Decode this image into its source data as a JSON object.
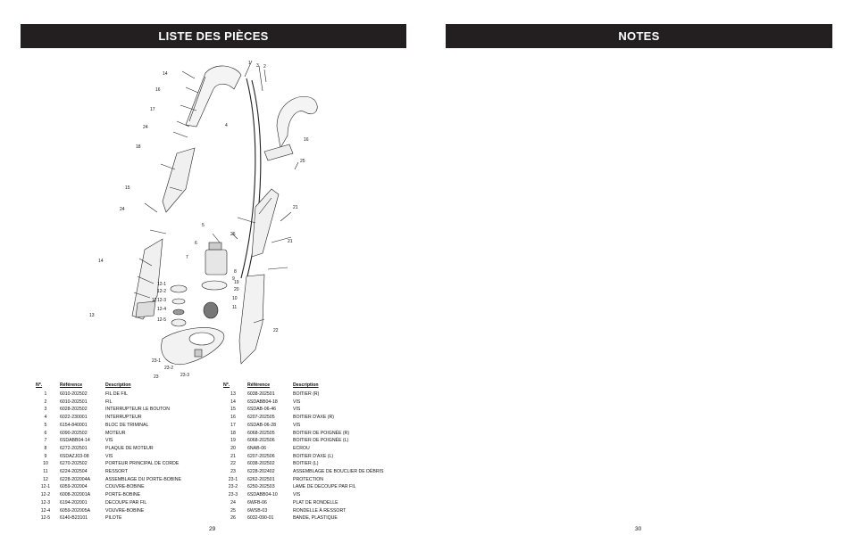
{
  "left_page": {
    "title": "LISTE DES PIÈCES",
    "page_number": "29",
    "callouts": [
      "1",
      "2",
      "3",
      "4",
      "5",
      "6",
      "7",
      "8",
      "9",
      "10",
      "11",
      "12",
      "12-1",
      "12-2",
      "12-3",
      "12-4",
      "12-5",
      "13",
      "14",
      "14",
      "15",
      "16",
      "16",
      "17",
      "18",
      "19",
      "20",
      "21",
      "21",
      "22",
      "23",
      "23-1",
      "23-2",
      "23-3",
      "24",
      "24",
      "25",
      "26"
    ],
    "table_headers": {
      "no": "Nº.",
      "reference": "Référence",
      "description": "Description"
    },
    "parts_left": [
      {
        "no": "1",
        "ref": "6010-202502",
        "desc": "FIL DE FIL"
      },
      {
        "no": "2",
        "ref": "6010-202501",
        "desc": "FIL"
      },
      {
        "no": "3",
        "ref": "6028-202502",
        "desc": "INTERRUPTEUR LE BOUTON"
      },
      {
        "no": "4",
        "ref": "6022-230001",
        "desc": "INTERRUPTEUR"
      },
      {
        "no": "5",
        "ref": "6154-840001",
        "desc": "BLOC DE TRIMINAL"
      },
      {
        "no": "6",
        "ref": "6090-202502",
        "desc": "MOTEUR"
      },
      {
        "no": "7",
        "ref": "6SDABB04-14",
        "desc": "VIS"
      },
      {
        "no": "8",
        "ref": "6272-202501",
        "desc": "PLAQUE DE MOTEUR"
      },
      {
        "no": "9",
        "ref": "6SDAZJ03-08",
        "desc": "VIS"
      },
      {
        "no": "10",
        "ref": "6270-202502",
        "desc": "PORTEUR PRINCIPAL DE CORDE"
      },
      {
        "no": "11",
        "ref": "6224-202504",
        "desc": "RESSORT"
      },
      {
        "no": "12",
        "ref": "6228-202004A",
        "desc": "ASSEMBLAGE DU PORTE-BOBINE"
      },
      {
        "no": "12-1",
        "ref": "6059-202004",
        "desc": "COUVRE-BOBINE"
      },
      {
        "no": "12-2",
        "ref": "6008-202001A",
        "desc": "PORTE-BOBINE"
      },
      {
        "no": "12-3",
        "ref": "6194-202001",
        "desc": "DECOUPE PAR FIL"
      },
      {
        "no": "12-4",
        "ref": "6059-202005A",
        "desc": "VOUVRE-BOBINE"
      },
      {
        "no": "12-5",
        "ref": "6140-B23101",
        "desc": "PILOTE"
      }
    ],
    "parts_right": [
      {
        "no": "13",
        "ref": "6038-202501",
        "desc": "BOITIER (R)"
      },
      {
        "no": "14",
        "ref": "6SDABB04-18",
        "desc": "VIS"
      },
      {
        "no": "15",
        "ref": "6SDAB-06-46",
        "desc": "VIS"
      },
      {
        "no": "16",
        "ref": "6207-202505",
        "desc": "BOITIER D'AXE (R)"
      },
      {
        "no": "17",
        "ref": "6SDAB-06-28",
        "desc": "VIS"
      },
      {
        "no": "18",
        "ref": "6068-202505",
        "desc": "BOITIER DE POIGNÉE (R)"
      },
      {
        "no": "19",
        "ref": "6068-202506",
        "desc": "BOITIER DE POIGNÉE (L)"
      },
      {
        "no": "20",
        "ref": "6NAB-06",
        "desc": "ECROU"
      },
      {
        "no": "21",
        "ref": "6207-202506",
        "desc": "BOITIER D'AXE (L)"
      },
      {
        "no": "22",
        "ref": "6038-202502",
        "desc": "BOITIER (L)"
      },
      {
        "no": "23",
        "ref": "6228-202402",
        "desc": "ASSEMBLAGE DE BOUCLIER DE DÉBRIS"
      },
      {
        "no": "23-1",
        "ref": "6262-202501",
        "desc": "PROTECTION"
      },
      {
        "no": "23-2",
        "ref": "6250-202503",
        "desc": "LAME DE DECOUPE PAR FIL"
      },
      {
        "no": "23-3",
        "ref": "6SDABB04-10",
        "desc": "VIS"
      },
      {
        "no": "24",
        "ref": "6WFB-06",
        "desc": "PLAT DE RONDELLE"
      },
      {
        "no": "25",
        "ref": "6WSB-03",
        "desc": "RONDELLE À RESSORT"
      },
      {
        "no": "26",
        "ref": "6032-090-01",
        "desc": "BANDE, PLASTIQUE"
      }
    ]
  },
  "right_page": {
    "title": "NOTES",
    "page_number": "30"
  }
}
